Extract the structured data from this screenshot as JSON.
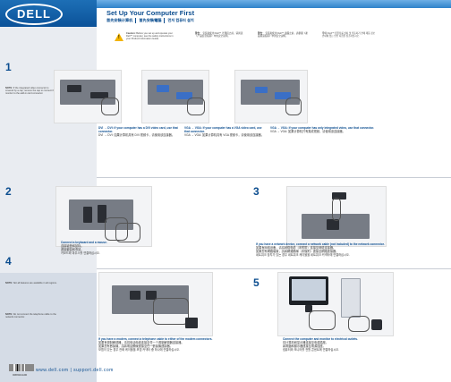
{
  "brand": {
    "logo_text": "DELL"
  },
  "header": {
    "title": "Set Up Your Computer First",
    "subtitles": [
      "首先安裝计算机",
      "首先安裝電腦",
      "먼저 컴퓨터 설치"
    ]
  },
  "caution": {
    "label": "Caution:",
    "text": "Before you set up and operate your Dell™ computer, see the safety instructions in your Product Information Guide.",
    "zh_cn_label": "警告：",
    "zh_cn_text": "安装和使用 Dell™ 计算机之前，请阅读《产品信息指南》中的安全说明。",
    "zh_tw_label": "警告：",
    "zh_tw_text": "安裝和使用 Dell™ 電腦之前，請參閱《產品資訊指南》中的安全說明。",
    "ko_label": "주의:",
    "ko_text": "Dell™ 컴퓨터를 설치 및 작동하기 전에 제품 정보 안내에 있는 안전 지침을 참조하십시오."
  },
  "left_notes": {
    "note1_label": "NOTE:",
    "note1": "If the integrated video connector is covered by a cap, remove the cap to connect the monitor to the add-in card connector.",
    "note2_label": "NOTE:",
    "note2": "Not all features are available in all regions."
  },
  "steps": {
    "s1": "1",
    "s2": "2",
    "s3": "3",
    "s4": "4",
    "s5": "5"
  },
  "step1": {
    "dvi_head": "DVI → DVI: If your computer has a DVI video card, use that connector.",
    "dvi_text": "DVI → DVI: 如果计算机具有 DVI 视频卡，请使用该连接器。",
    "vga_head": "VGA → VGA: If your computer has a VGA video card, use that connector.",
    "vga_text": "VGA → VGA: 如果计算机具有 VGA 视频卡，请使用该连接器。",
    "int_head": "VGA → VGA: If your computer has only integrated video, use that connector.",
    "int_text": "VGA → VGA: 如果计算机只有集成视频，请使用该连接器。"
  },
  "step2": {
    "head": "Connect a keyboard and a mouse.",
    "text": "连接键盘和鼠标。",
    "text_tw": "連接鍵盤和滑鼠。",
    "text_ko": "키보드와 마우스를 연결하십시오."
  },
  "step3": {
    "head": "If you have a network device, connect a network cable (not included) to the network connector.",
    "text": "如果有网络设备，请将网络电缆（未附带）连接至网络连接器。",
    "text_tw": "如果您有網路裝置，請將網路纜線（未隨附）連接至網路連接器。",
    "text_ko": "네트워크 장치가 있는 경우 네트워크 케이블을 네트워크 커넥터에 연결하십시오."
  },
  "step4": {
    "head": "If you have a modem, connect a telephone cable to either of the modem connectors.",
    "text": "如果有调制解调器，请将电话电缆连接至任一个调制解调器连接器。",
    "text_tw": "如果您有數據機，請將電話纜線連接至任一數據機連接器。",
    "text_ko": "모뎀이 있는 경우 전화 케이블을 모뎀 커넥터 중 하나에 연결하십시오.",
    "note_label": "NOTE:",
    "note": "Do not connect the telephone cable to the network connector."
  },
  "step5": {
    "head": "Connect the computer and monitor to electrical outlets.",
    "text": "将计算机和显示器连接至电源插座。",
    "text_tw": "將電腦和顯示器連接至電源插座。",
    "text_ko": "컴퓨터와 모니터를 전원 콘센트에 연결하십시오."
  },
  "footer": {
    "url": "www.dell.com | support.dell.com",
    "part_number": "0M8024A00"
  }
}
